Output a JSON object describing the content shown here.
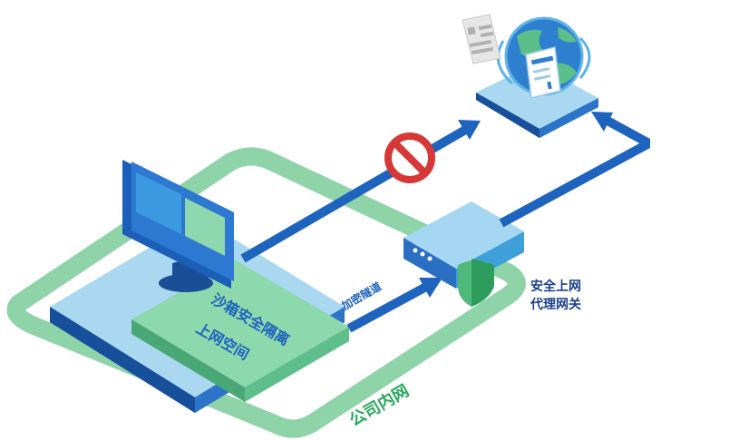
{
  "labels": {
    "sandbox_line1": "沙箱安全隔离",
    "sandbox_line2": "上网空间",
    "tunnel": "加密隧道",
    "gateway_line1": "安全上网",
    "gateway_line2": "代理网关",
    "intranet": "公司内网"
  },
  "colors": {
    "intranet_green": "#8fd3a8",
    "label_green": "#2aa85c",
    "platform_blue": "#1b5fb8",
    "platform_top": "#a9d8f0",
    "sandbox_green": "#7fd0a3",
    "arrow_blue": "#1e63be",
    "block_red": "#d63838",
    "gateway_blue": "#3f9fd8",
    "shield_green": "#4fb97a"
  },
  "icons": {
    "monitor": "monitor-icon",
    "gateway": "gateway-device-icon",
    "shield": "shield-icon",
    "globe": "globe-icon",
    "document": "document-icon",
    "blocked": "no-entry-icon"
  }
}
